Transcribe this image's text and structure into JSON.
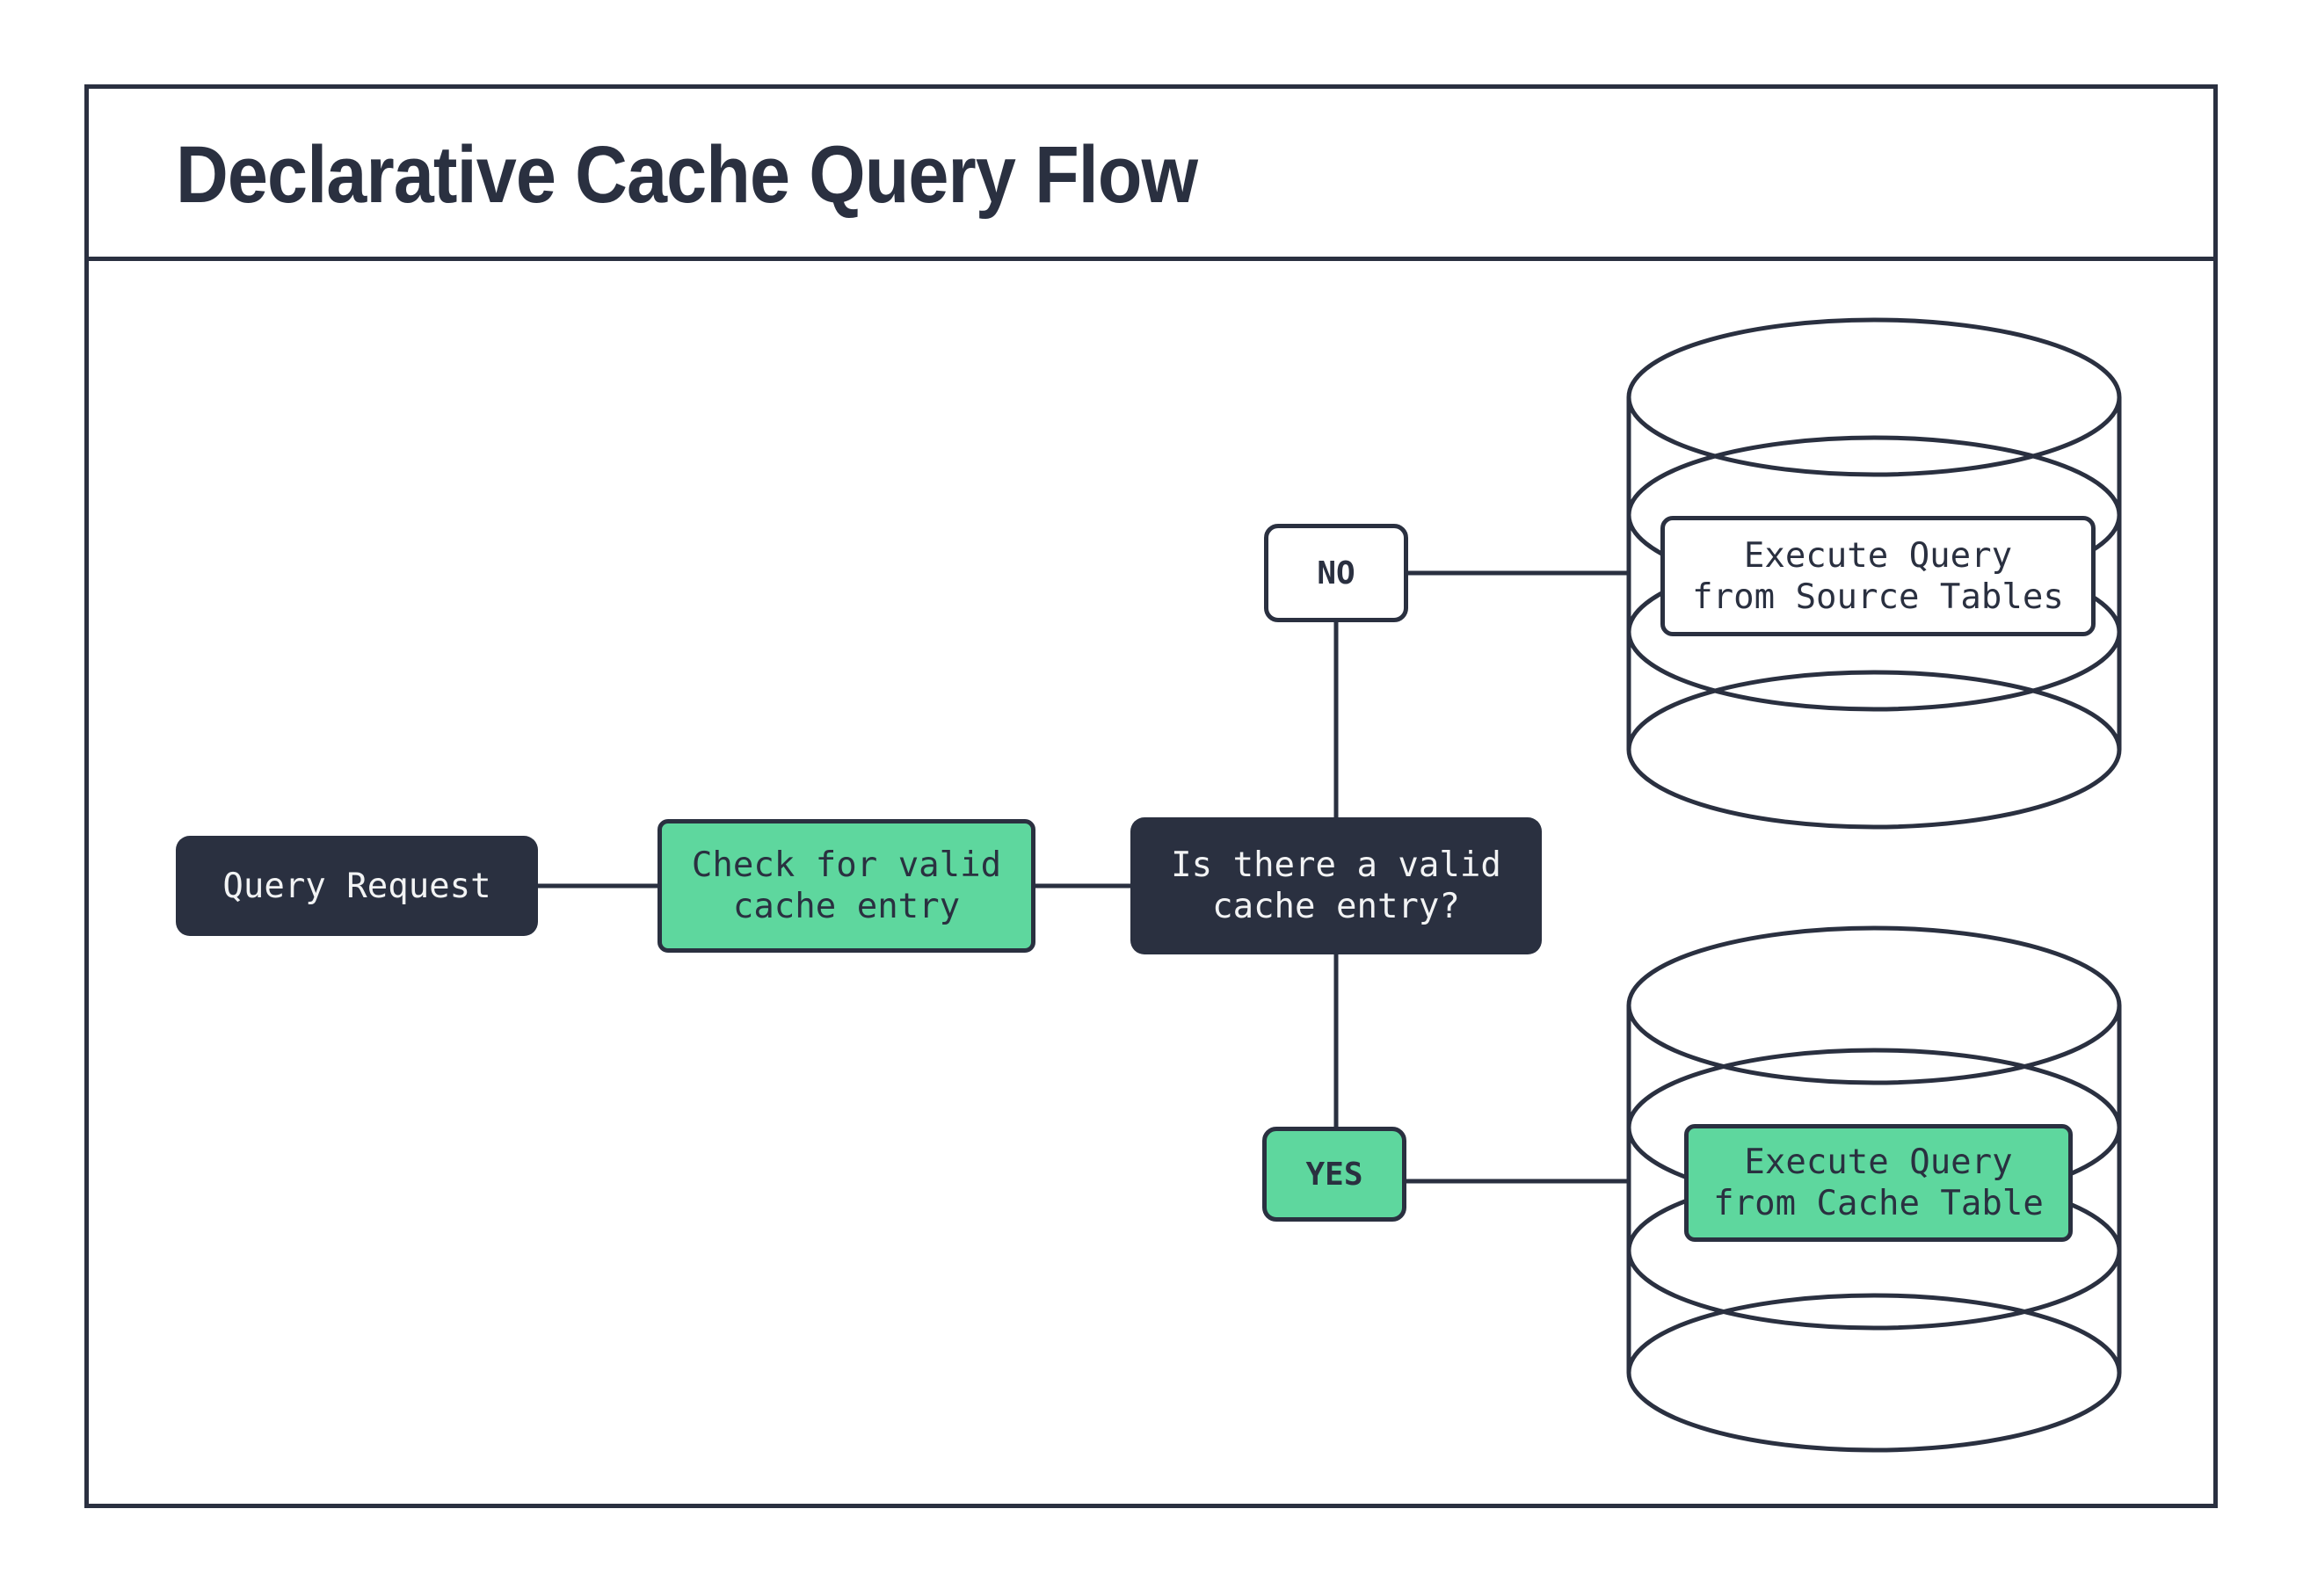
{
  "header": {
    "title": "Declarative Cache Query Flow"
  },
  "colors": {
    "navy": "#2a3040",
    "green": "#5ed79e",
    "light_text": "#f2f3f4",
    "background": "#ffffff"
  },
  "flow": {
    "query_request": "Query Request",
    "check_cache": "Check for valid\ncache entry",
    "decision": "Is there a valid\ncache entry?",
    "no_label": "NO",
    "yes_label": "YES",
    "execute_source": "Execute Query\nfrom Source Tables",
    "execute_cache": "Execute Query\nfrom Cache Table"
  },
  "icons": {
    "source_db": "database-cylinder",
    "cache_db": "database-cylinder"
  }
}
